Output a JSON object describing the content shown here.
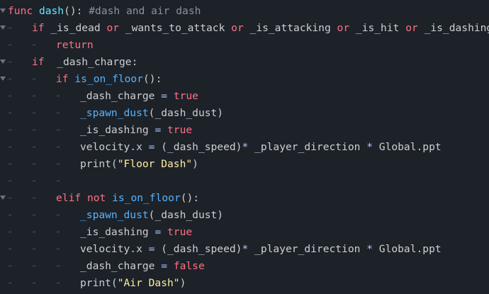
{
  "editor": {
    "tab_glyph": "⇥",
    "lines": [
      {
        "indent": 0,
        "fold": true,
        "tokens": [
          {
            "t": "kw",
            "v": "func "
          },
          {
            "t": "fn",
            "v": "dash"
          },
          {
            "t": "tx",
            "v": "(): "
          },
          {
            "t": "cm",
            "v": "#dash and air dash"
          }
        ]
      },
      {
        "indent": 1,
        "fold": true,
        "tokens": [
          {
            "t": "kw",
            "v": "if "
          },
          {
            "t": "tx",
            "v": "_is_dead "
          },
          {
            "t": "kw",
            "v": "or "
          },
          {
            "t": "tx",
            "v": "_wants_to_attack "
          },
          {
            "t": "kw",
            "v": "or "
          },
          {
            "t": "tx",
            "v": "_is_attacking "
          },
          {
            "t": "kw",
            "v": "or "
          },
          {
            "t": "tx",
            "v": "_is_hit "
          },
          {
            "t": "kw",
            "v": "or "
          },
          {
            "t": "tx",
            "v": "_is_dashing:"
          }
        ]
      },
      {
        "indent": 2,
        "fold": false,
        "tokens": [
          {
            "t": "kw",
            "v": "return"
          }
        ]
      },
      {
        "indent": 1,
        "fold": true,
        "tokens": [
          {
            "t": "kw",
            "v": "if  "
          },
          {
            "t": "tx",
            "v": "_dash_charge:"
          }
        ]
      },
      {
        "indent": 2,
        "fold": true,
        "tokens": [
          {
            "t": "kw",
            "v": "if "
          },
          {
            "t": "fnc",
            "v": "is_on_floor"
          },
          {
            "t": "tx",
            "v": "():"
          }
        ]
      },
      {
        "indent": 3,
        "fold": false,
        "tokens": [
          {
            "t": "tx",
            "v": "_dash_charge "
          },
          {
            "t": "op",
            "v": "= "
          },
          {
            "t": "bool",
            "v": "true"
          }
        ]
      },
      {
        "indent": 3,
        "fold": false,
        "tokens": [
          {
            "t": "fnc",
            "v": "_spawn_dust"
          },
          {
            "t": "tx",
            "v": "(_dash_dust)"
          }
        ]
      },
      {
        "indent": 3,
        "fold": false,
        "tokens": [
          {
            "t": "tx",
            "v": "_is_dashing "
          },
          {
            "t": "op",
            "v": "= "
          },
          {
            "t": "bool",
            "v": "true"
          }
        ]
      },
      {
        "indent": 3,
        "fold": false,
        "tokens": [
          {
            "t": "tx",
            "v": "velocity.x "
          },
          {
            "t": "op",
            "v": "= "
          },
          {
            "t": "tx",
            "v": "(_dash_speed)"
          },
          {
            "t": "op",
            "v": "* "
          },
          {
            "t": "tx",
            "v": "_player_direction "
          },
          {
            "t": "op",
            "v": "* "
          },
          {
            "t": "tx",
            "v": "Global.ppt"
          }
        ]
      },
      {
        "indent": 3,
        "fold": false,
        "tokens": [
          {
            "t": "tx",
            "v": "print("
          },
          {
            "t": "str",
            "v": "\"Floor Dash\""
          },
          {
            "t": "tx",
            "v": ")"
          }
        ]
      },
      {
        "indent": 3,
        "fold": false,
        "tokens": []
      },
      {
        "indent": 2,
        "fold": true,
        "tokens": [
          {
            "t": "kw",
            "v": "elif "
          },
          {
            "t": "kw",
            "v": "not "
          },
          {
            "t": "fnc",
            "v": "is_on_floor"
          },
          {
            "t": "tx",
            "v": "():"
          }
        ]
      },
      {
        "indent": 3,
        "fold": false,
        "tokens": [
          {
            "t": "fnc",
            "v": "_spawn_dust"
          },
          {
            "t": "tx",
            "v": "(_dash_dust)"
          }
        ]
      },
      {
        "indent": 3,
        "fold": false,
        "tokens": [
          {
            "t": "tx",
            "v": "_is_dashing "
          },
          {
            "t": "op",
            "v": "= "
          },
          {
            "t": "bool",
            "v": "true"
          }
        ]
      },
      {
        "indent": 3,
        "fold": false,
        "tokens": [
          {
            "t": "tx",
            "v": "velocity.x "
          },
          {
            "t": "op",
            "v": "= "
          },
          {
            "t": "tx",
            "v": "(_dash_speed)"
          },
          {
            "t": "op",
            "v": "* "
          },
          {
            "t": "tx",
            "v": "_player_direction "
          },
          {
            "t": "op",
            "v": "* "
          },
          {
            "t": "tx",
            "v": "Global.ppt"
          }
        ]
      },
      {
        "indent": 3,
        "fold": false,
        "tokens": [
          {
            "t": "tx",
            "v": "_dash_charge "
          },
          {
            "t": "op",
            "v": "= "
          },
          {
            "t": "bool",
            "v": "false"
          }
        ]
      },
      {
        "indent": 3,
        "fold": false,
        "tokens": [
          {
            "t": "tx",
            "v": "print("
          },
          {
            "t": "str",
            "v": "\"Air Dash\""
          },
          {
            "t": "tx",
            "v": ")"
          }
        ]
      }
    ]
  }
}
